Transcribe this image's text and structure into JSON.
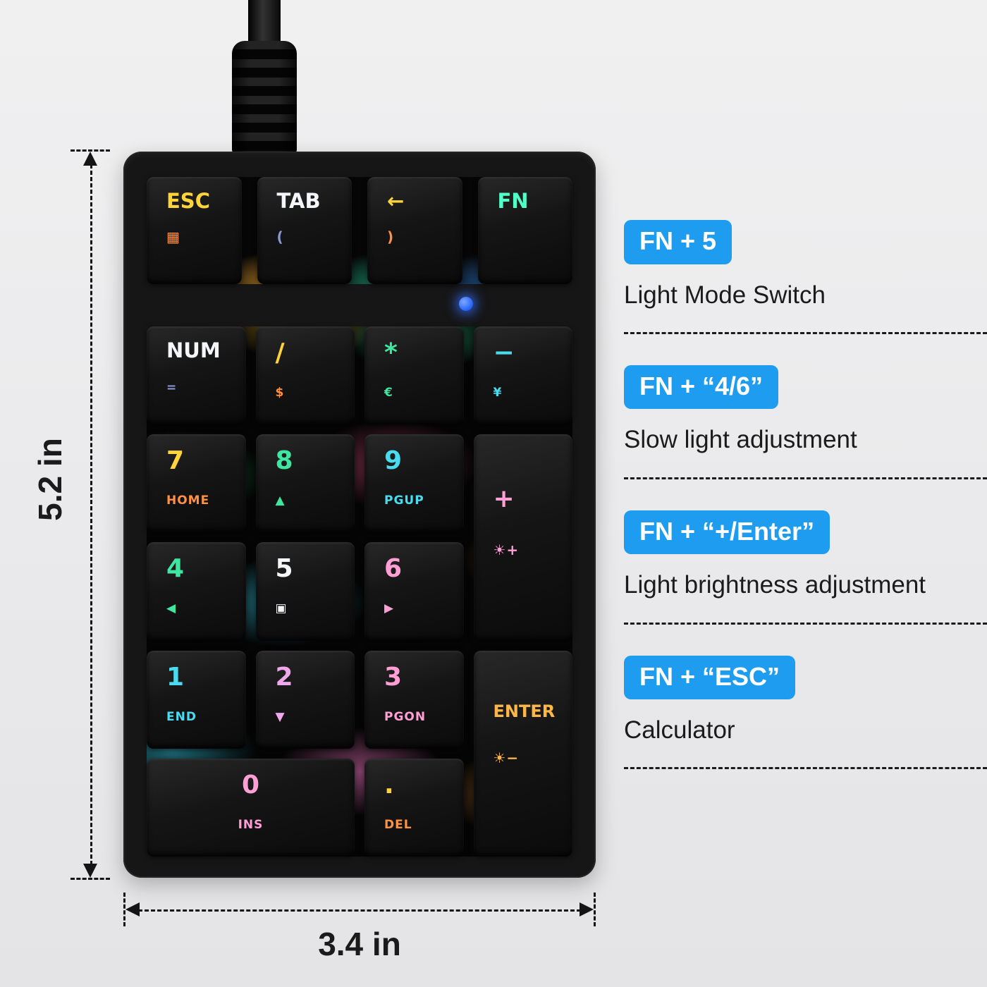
{
  "product": {
    "height_label": "5.2 in",
    "width_label": "3.4 in"
  },
  "callouts": [
    {
      "badge": "FN + 5",
      "desc": "Light Mode Switch"
    },
    {
      "badge": "FN + “4/6”",
      "desc": "Slow light adjustment"
    },
    {
      "badge": "FN + “+/Enter”",
      "desc": "Light brightness adjustment"
    },
    {
      "badge": "FN + “ESC”",
      "desc": "Calculator"
    }
  ],
  "colors": {
    "badge_bg": "#1E9CEF",
    "badge_text": "#FFFFFF",
    "body_text": "#1B1B1B",
    "page_bg": "#ECEDEE",
    "case": "#161616",
    "led": "#2E6CFF",
    "legend_yellow": "#FFD43B",
    "legend_orange": "#FF9142",
    "legend_green": "#3FE6A0",
    "legend_cyan": "#49DCF0",
    "legend_pink": "#FF9FD6",
    "legend_lavender": "#F0A8EC",
    "legend_gold": "#FFB648",
    "legend_mint": "#52FFC8",
    "legend_white": "#F5F6FA",
    "legend_blue": "#8C9BD8"
  },
  "keypad": {
    "top_row": [
      {
        "main": "ESC",
        "sub": "▦"
      },
      {
        "main": "TAB",
        "sub": "("
      },
      {
        "main": "←",
        "sub": ")"
      },
      {
        "main": "FN",
        "sub": ""
      }
    ],
    "keys": [
      {
        "main": "NUM",
        "sub": "="
      },
      {
        "main": "/",
        "sub": "$"
      },
      {
        "main": "*",
        "sub": "€"
      },
      {
        "main": "−",
        "sub": "¥"
      },
      {
        "main": "7",
        "sub": "HOME"
      },
      {
        "main": "8",
        "sub": "▲"
      },
      {
        "main": "9",
        "sub": "PGUP"
      },
      {
        "main": "+",
        "sub": "☀+"
      },
      {
        "main": "4",
        "sub": "◀"
      },
      {
        "main": "5",
        "sub": "▣"
      },
      {
        "main": "6",
        "sub": "▶"
      },
      {
        "main": "1",
        "sub": "END"
      },
      {
        "main": "2",
        "sub": "▼"
      },
      {
        "main": "3",
        "sub": "PGON"
      },
      {
        "main": "ENTER",
        "sub": "☀−"
      },
      {
        "main": "0",
        "sub": "INS"
      },
      {
        "main": ".",
        "sub": "DEL"
      }
    ]
  }
}
